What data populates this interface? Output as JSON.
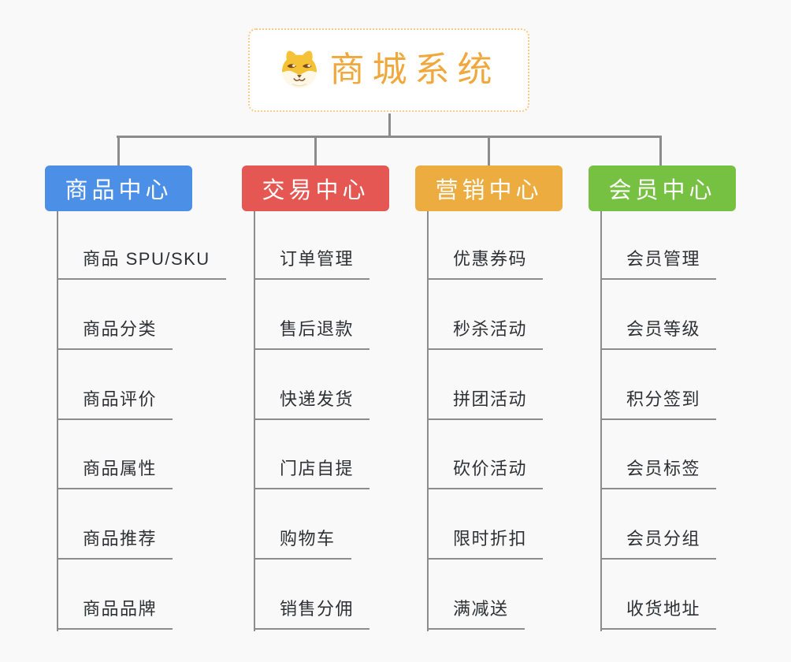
{
  "root": {
    "title": "商城系统",
    "icon": "shiba-dog-icon"
  },
  "branches": [
    {
      "label": "商品中心",
      "color": "#4b90e6",
      "items": [
        "商品 SPU/SKU",
        "商品分类",
        "商品评价",
        "商品属性",
        "商品推荐",
        "商品品牌"
      ]
    },
    {
      "label": "交易中心",
      "color": "#e55752",
      "items": [
        "订单管理",
        "售后退款",
        "快递发货",
        "门店自提",
        "购物车",
        "销售分佣"
      ]
    },
    {
      "label": "营销中心",
      "color": "#ecac3f",
      "items": [
        "优惠券码",
        "秒杀活动",
        "拼团活动",
        "砍价活动",
        "限时折扣",
        "满减送"
      ]
    },
    {
      "label": "会员中心",
      "color": "#77c142",
      "items": [
        "会员管理",
        "会员等级",
        "积分签到",
        "会员标签",
        "会员分组",
        "收货地址"
      ]
    }
  ],
  "colors": {
    "root_text": "#f0a83c",
    "root_border": "#ffc886",
    "connector_line": "#8c8c8c",
    "leaf_text": "#2f3033",
    "background": "#f8f9f8"
  }
}
